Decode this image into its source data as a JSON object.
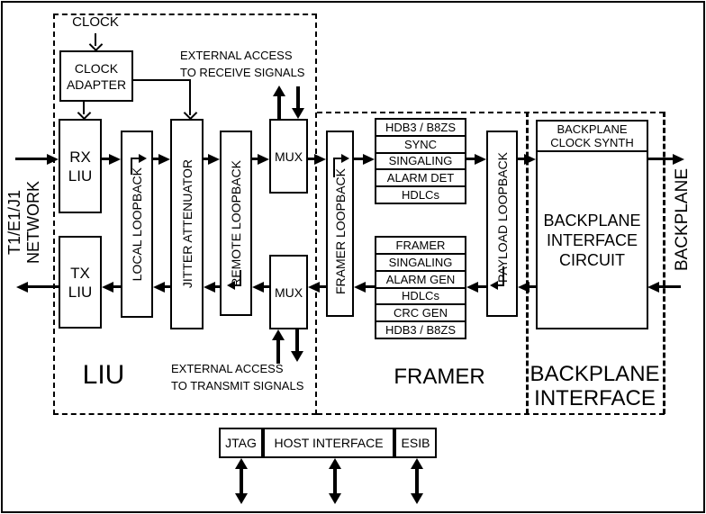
{
  "colors": {
    "ink": "#000000",
    "background": "#ffffff"
  },
  "icons": {
    "signal_arrow": "solid-triangle",
    "clock_arrow": "open-chevron",
    "loopback_arrow": "elbow-arrow-with-solid-head",
    "bidirectional_arrow": "double-headed-vertical-arrow"
  },
  "labels": {
    "clock": "CLOCK",
    "clock_adapter_1": "CLOCK",
    "clock_adapter_2": "ADAPTER",
    "rx_liu_1": "RX",
    "rx_liu_2": "LIU",
    "tx_liu_1": "TX",
    "tx_liu_2": "LIU",
    "local_loopback": "LOCAL LOOPBACK",
    "jitter_attenuator": "JITTER ATTENUATOR",
    "remote_loopback": "REMOTE LOOPBACK",
    "mux_top": "MUX",
    "mux_bottom": "MUX",
    "framer_loopback": "FRAMER LOOPBACK",
    "payload_loopback": "PAYLOAD LOOPBACK",
    "ext_access_receive_1": "EXTERNAL ACCESS",
    "ext_access_receive_2": "TO RECEIVE SIGNALS",
    "ext_access_transmit_1": "EXTERNAL ACCESS",
    "ext_access_transmit_2": "TO TRANSMIT SIGNALS",
    "network_1": "T1/E1/J1",
    "network_2": "NETWORK",
    "backplane_side": "BACKPLANE",
    "backplane_clock_synth_1": "BACKPLANE",
    "backplane_clock_synth_2": "CLOCK SYNTH",
    "backplane_circuit_1": "BACKPLANE",
    "backplane_circuit_2": "INTERFACE",
    "backplane_circuit_3": "CIRCUIT",
    "jtag": "JTAG",
    "host_interface": "HOST INTERFACE",
    "esib": "ESIB",
    "region_liu": "LIU",
    "region_framer": "FRAMER",
    "region_backplane_1": "BACKPLANE",
    "region_backplane_2": "INTERFACE"
  },
  "rx_framer_functions": [
    "HDB3 / B8ZS",
    "SYNC",
    "SINGALING",
    "ALARM DET",
    "HDLCs"
  ],
  "tx_framer_functions": [
    "FRAMER",
    "SINGALING",
    "ALARM GEN",
    "HDLCs",
    "CRC GEN",
    "HDB3 / B8ZS"
  ]
}
